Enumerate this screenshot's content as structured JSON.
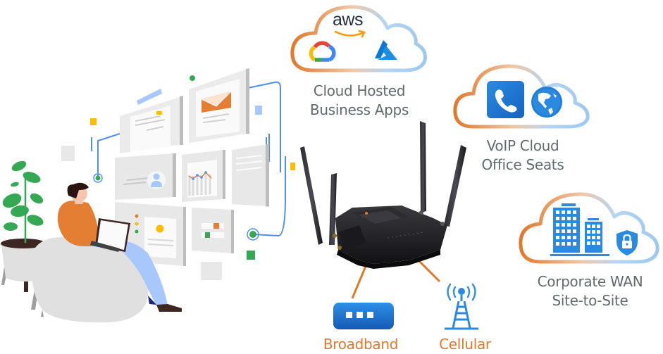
{
  "diagram": {
    "nodes": {
      "cloud_apps": {
        "line1": "Cloud Hosted",
        "line2": "Business Apps",
        "logos": {
          "aws": "aws",
          "google_cloud": "google-cloud-icon",
          "azure": "azure-icon"
        }
      },
      "voip": {
        "line1": "VoIP Cloud",
        "line2": "Office Seats",
        "icons": [
          "phone-icon",
          "globe-icon"
        ]
      },
      "corporate_wan": {
        "line1": "Corporate WAN",
        "line2": "Site-to-Site",
        "icons": [
          "office-buildings-icon",
          "shield-lock-icon"
        ]
      },
      "broadband": {
        "label": "Broadband",
        "icon": "modem-icon"
      },
      "cellular": {
        "label": "Cellular",
        "icon": "cell-tower-icon"
      },
      "router": {
        "icon": "router-icon"
      },
      "user": {
        "icon": "person-with-laptop-illustration"
      }
    },
    "connections": [
      {
        "from": "broadband",
        "to": "router"
      },
      {
        "from": "cellular",
        "to": "router"
      }
    ]
  },
  "colors": {
    "text_gray": "#5f6b70",
    "accent_orange": "#e2782b",
    "cloud_blue": "#a9cdee",
    "icon_blue": "#1f7fd6",
    "aws_orange": "#ff9900",
    "aws_text": "#232f3e",
    "azure_blue": "#0a78d4",
    "panel_gray": "#e6e6e6",
    "plant_green": "#34a853"
  }
}
